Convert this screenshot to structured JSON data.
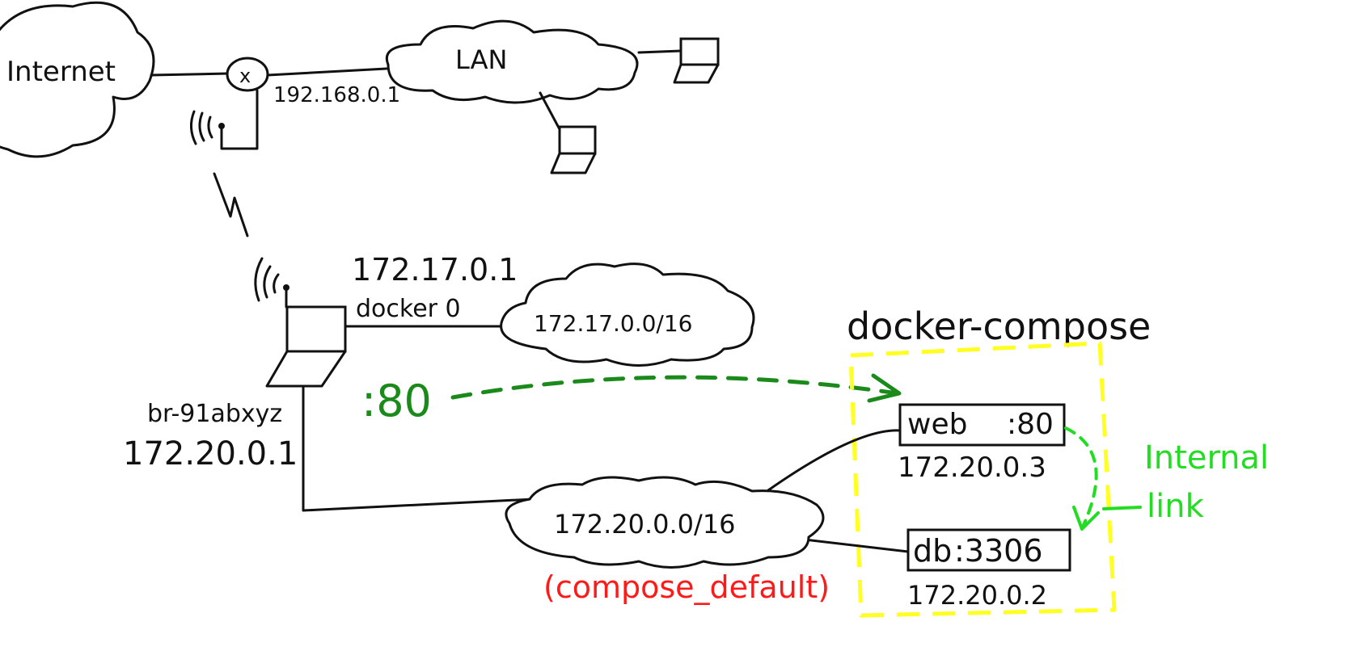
{
  "colors": {
    "ink": "#111111",
    "port_arrow": "#1a8a1a",
    "internal_link": "#22dd22",
    "compose_default": "#ff1a1a",
    "compose_box": "#ffff22"
  },
  "labels": {
    "internet": "Internet",
    "router_symbol": "x",
    "router_ip": "192.168.0.1",
    "lan": "LAN",
    "docker0_ip": "172.17.0.1",
    "docker0_name": "docker 0",
    "docker0_subnet": "172.17.0.0/16",
    "bridge_name": "br-91abxyz",
    "bridge_ip": "172.20.0.1",
    "port_mapping": ":80",
    "compose_title": "docker-compose",
    "web_service": "web",
    "web_port": ":80",
    "web_ip": "172.20.0.3",
    "db_service": "db",
    "db_port": ":3306",
    "db_ip": "172.20.0.2",
    "compose_subnet": "172.20.0.0/16",
    "compose_network": "(compose_default)",
    "internal_link_line1": "Internal",
    "internal_link_line2": "link"
  },
  "icons": {
    "computer": "laptop-icon",
    "wifi": "wifi-signal-icon",
    "router": "router-icon",
    "cloud": "cloud-shape"
  }
}
